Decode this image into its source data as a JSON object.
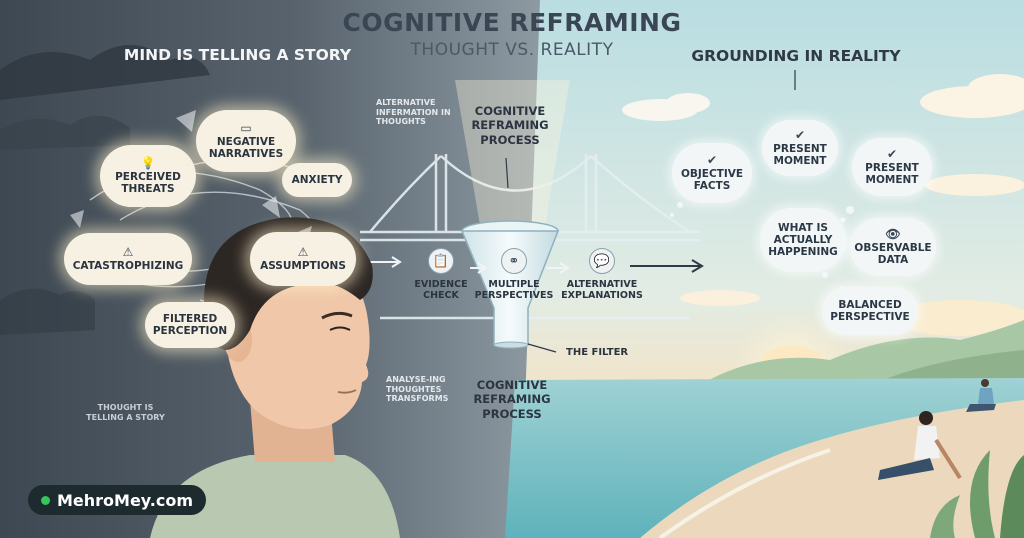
{
  "title": "COGNITIVE REFRAMING",
  "subtitle": "THOUGHT VS. REALITY",
  "left": {
    "heading": "MIND IS TELLING A STORY",
    "clouds": {
      "perceived_threats": "PERCEIVED THREATS",
      "negative_narratives": "NEGATIVE NARRATIVES",
      "anxiety": "ANXIETY",
      "catastrophizing": "CATASTROPHIZING",
      "assumptions": "ASSUMPTIONS",
      "filtered_perception": "FILTERED PERCEPTION"
    },
    "caption": "THOUGHT IS TELLING A STORY"
  },
  "center": {
    "top_note": "ALTERNATIVE INFERMATION IN THOUGHTS",
    "process_title": "COGNITIVE REFRAMING PROCESS",
    "steps": {
      "evidence_check": "EVIDENCE CHECK",
      "multiple_perspectives": "MULTIPLE PERSPECTIVES",
      "alternative_explanations": "ALTERNATIVE EXPLANATIONS"
    },
    "filter_label": "THE FILTER",
    "bottom_note": "ANALYSE-ING THOUGHTES TRANSFORMS",
    "bottom_title": "COGNITIVE REFRAMING PROCESS"
  },
  "right": {
    "heading": "GROUNDING IN REALITY",
    "clouds": {
      "objective_facts": "OBJECTIVE FACTS",
      "present_moment_1": "PRESENT MOMENT",
      "present_moment_2": "PRESENT MOMENT",
      "what_is_happening": "WHAT IS ACTUALLY HAPPENING",
      "observable_data": "OBSERVABLE DATA",
      "balanced_perspective": "BALANCED PERSPECTIVE"
    }
  },
  "badge": "MehroMey.com",
  "colors": {
    "left_bg": "#4a5560",
    "right_sky": "#bfe0e3",
    "sea": "#7cc3c8",
    "sand": "#ecd9bd",
    "cloud": "#f6f1e2",
    "badge_bg": "#1d2b2e",
    "badge_dot": "#34c759"
  },
  "icons": {
    "evidence": "clipboard-icon",
    "perspectives": "circles-icon",
    "explanations": "speech-bubble-icon",
    "warning": "warning-icon",
    "check": "check-icon",
    "eye": "eye-icon",
    "lightbulb": "lightbulb-icon"
  }
}
